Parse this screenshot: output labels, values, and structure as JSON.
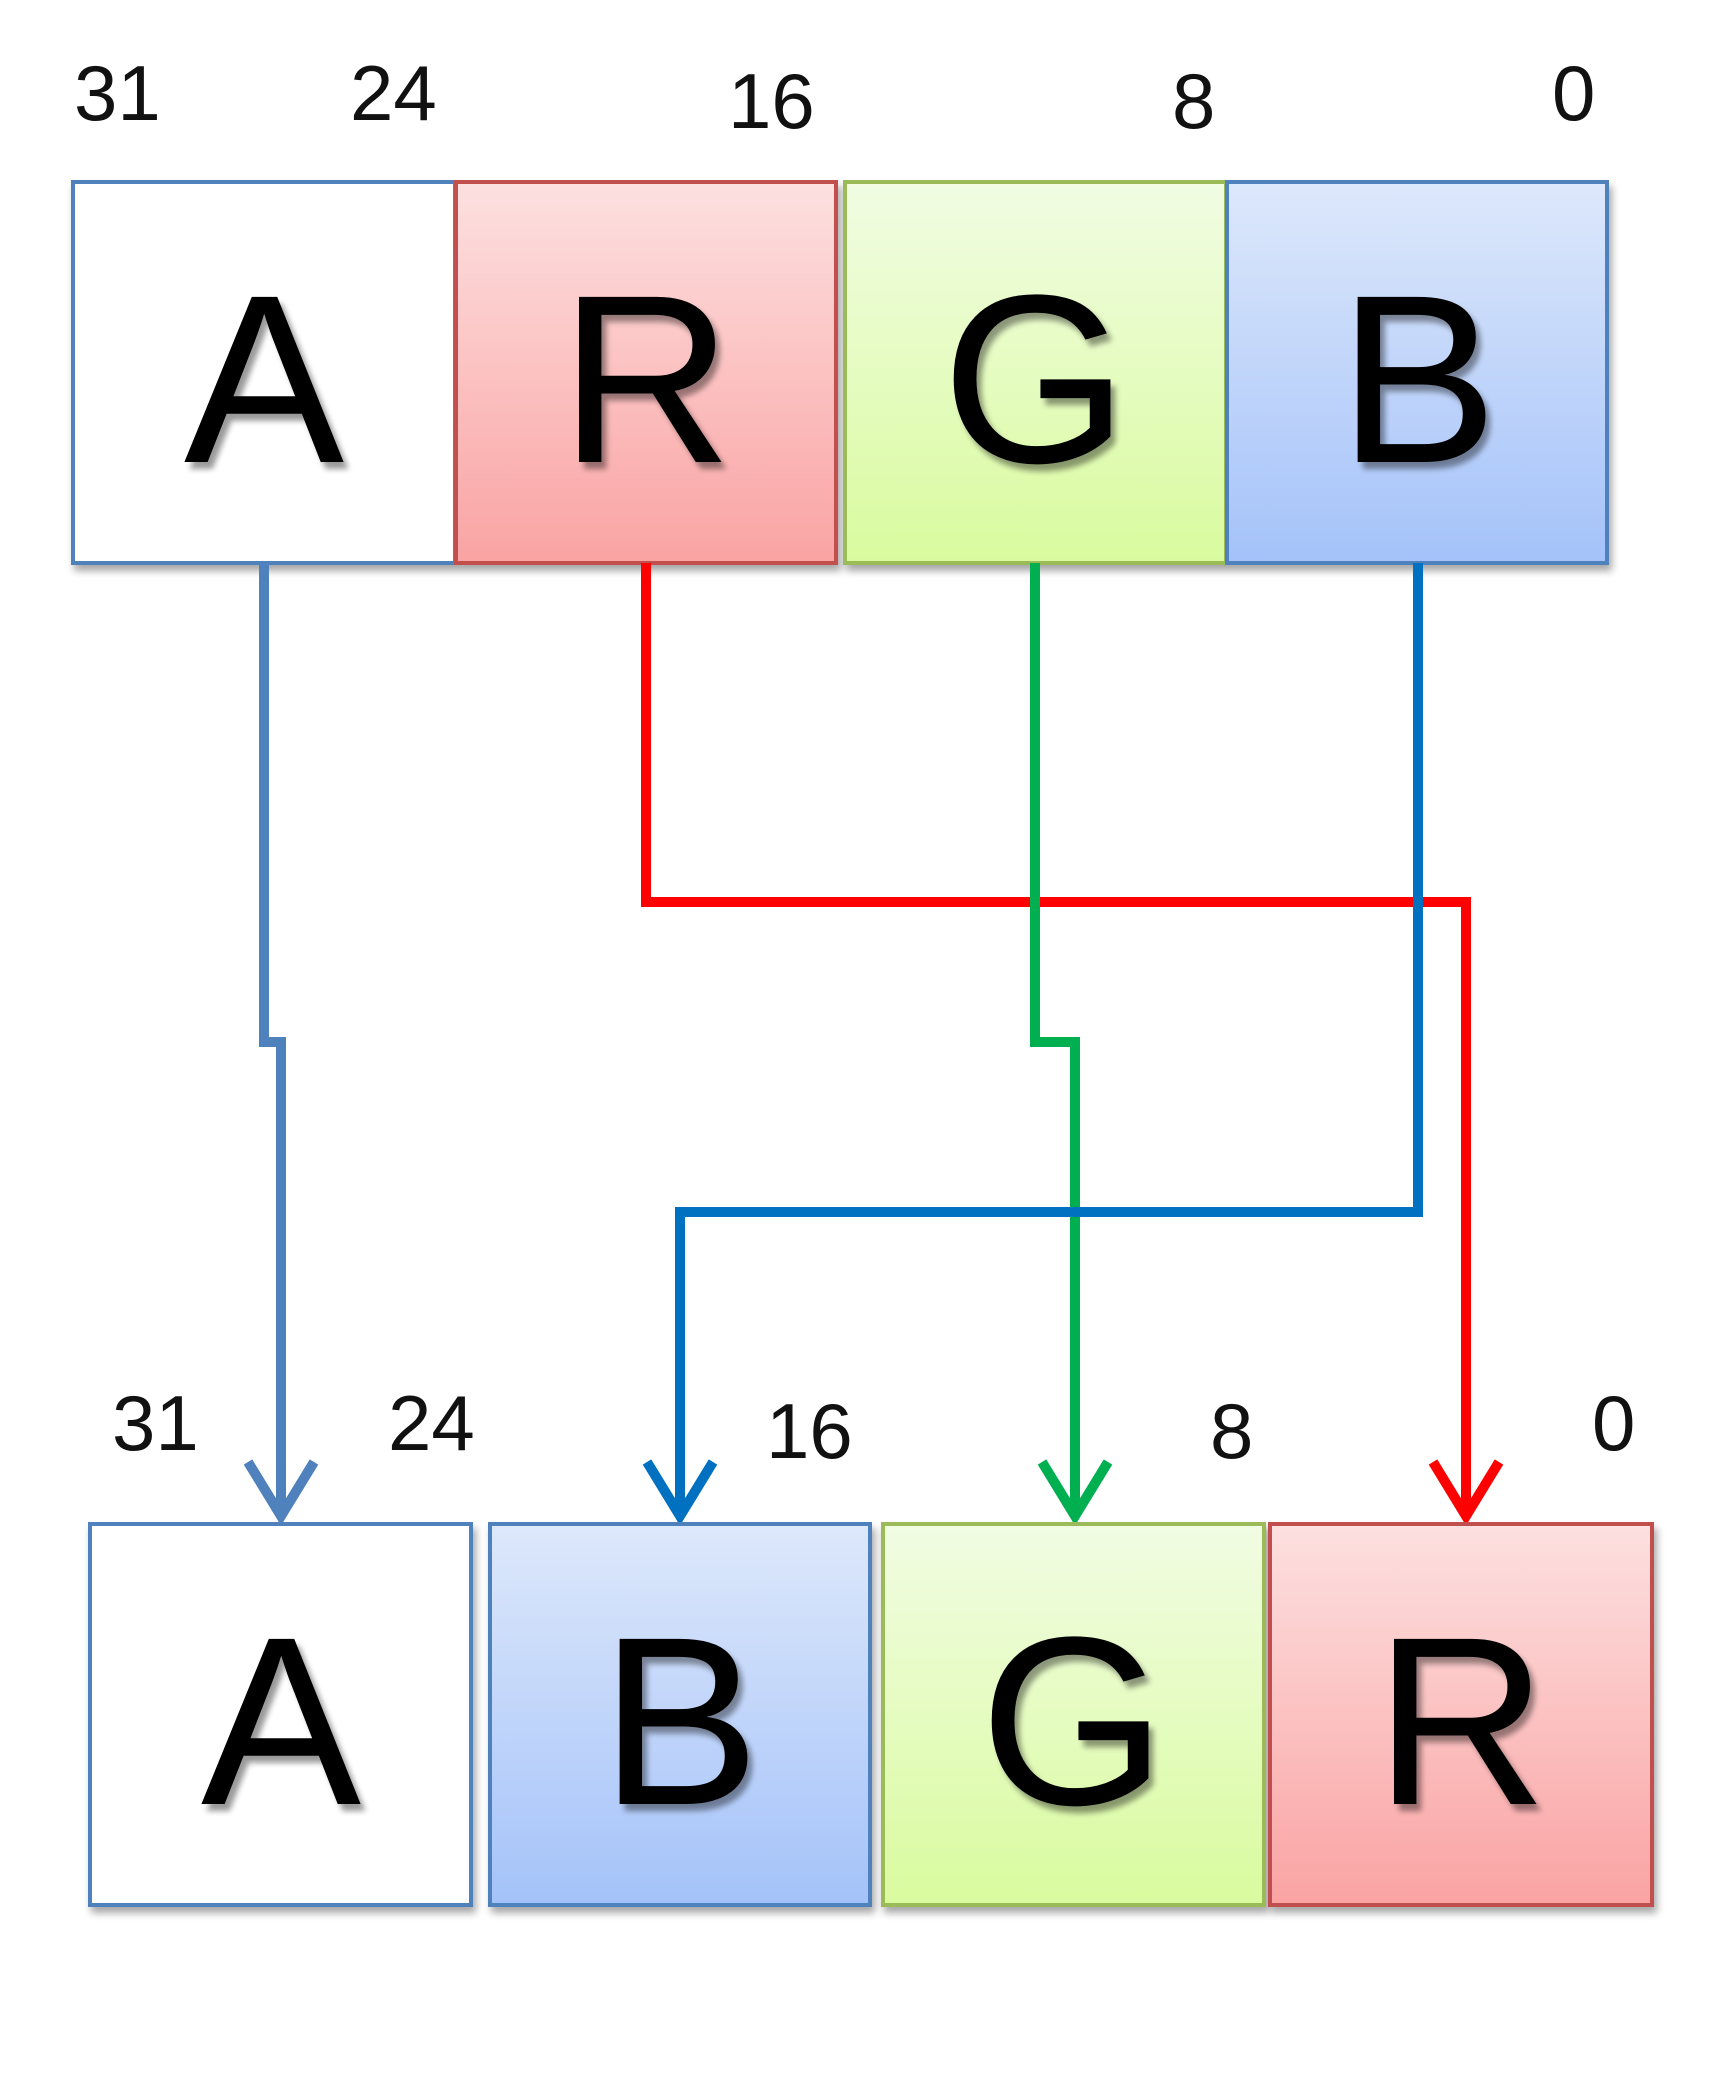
{
  "top_register": {
    "bit_labels": [
      "31",
      "24",
      "16",
      "8",
      "0"
    ],
    "channels": [
      {
        "letter": "A",
        "color": "#ffffff",
        "border": "#4f81bd"
      },
      {
        "letter": "R",
        "color": "#f6a3a3",
        "border": "#c0504d"
      },
      {
        "letter": "G",
        "color": "#e3f9b4",
        "border": "#9bbb59"
      },
      {
        "letter": "B",
        "color": "#b0c9f7",
        "border": "#4f81bd"
      }
    ]
  },
  "bottom_register": {
    "bit_labels": [
      "31",
      "24",
      "16",
      "8",
      "0"
    ],
    "channels": [
      {
        "letter": "A",
        "color": "#ffffff",
        "border": "#4f81bd"
      },
      {
        "letter": "B",
        "color": "#b0c9f7",
        "border": "#4f81bd"
      },
      {
        "letter": "G",
        "color": "#e3f9b4",
        "border": "#9bbb59"
      },
      {
        "letter": "R",
        "color": "#f6a3a3",
        "border": "#c0504d"
      }
    ]
  },
  "arrows": [
    {
      "from": "A",
      "to": "A",
      "color": "#4f81bd"
    },
    {
      "from": "R",
      "to": "R",
      "color": "#ff0000"
    },
    {
      "from": "G",
      "to": "G",
      "color": "#00b050"
    },
    {
      "from": "B",
      "to": "B",
      "color": "#0070c0"
    }
  ]
}
